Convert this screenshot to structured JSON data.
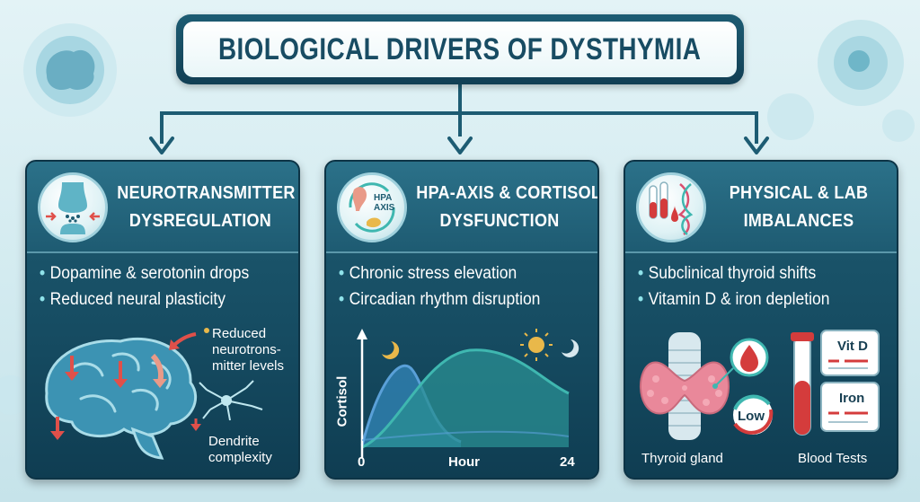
{
  "title": "BIOLOGICAL DRIVERS OF DYSTHYMIA",
  "panels": [
    {
      "title_line1": "NEUROTRANSMITTER",
      "title_line2": "DYSREGULATION",
      "icon": "synapse-icon",
      "bullets": [
        "Dopamine & serotonin drops",
        "Reduced neural plasticity"
      ],
      "note1": [
        "Reduced",
        "neurotrons-",
        "mitter levels"
      ],
      "note2": [
        "Dendrite",
        "complexity"
      ]
    },
    {
      "title_line1": "HPA-AXIS & CORTISOL",
      "title_line2": "DYSFUNCTION",
      "icon": "hpa-axis-icon",
      "icon_text": [
        "HPA",
        "AXIS"
      ],
      "bullets": [
        "Chronic stress elevation",
        "Circadian rhythm disruption"
      ],
      "chart": {
        "ylabel": "Cortisol",
        "xlabel": "Hour",
        "x_start": "0",
        "x_end": "24"
      }
    },
    {
      "title_line1": "PHYSICAL & LAB",
      "title_line2": "IMBALANCES",
      "icon": "blood-dna-icon",
      "bullets": [
        "Subclinical thyroid shifts",
        "Vitamin D & iron depletion"
      ],
      "low_label": "Low",
      "vitd_label": "Vit D",
      "iron_label": "Iron",
      "thyroid_label": "Thyroid gland",
      "blood_label": "Blood Tests"
    }
  ],
  "colors": {
    "panel": "#1b566c",
    "accent": "#8fe3ea",
    "red": "#e0504a",
    "teal_curve": "#3fb7b0",
    "blue_curve": "#5aa0d8"
  }
}
